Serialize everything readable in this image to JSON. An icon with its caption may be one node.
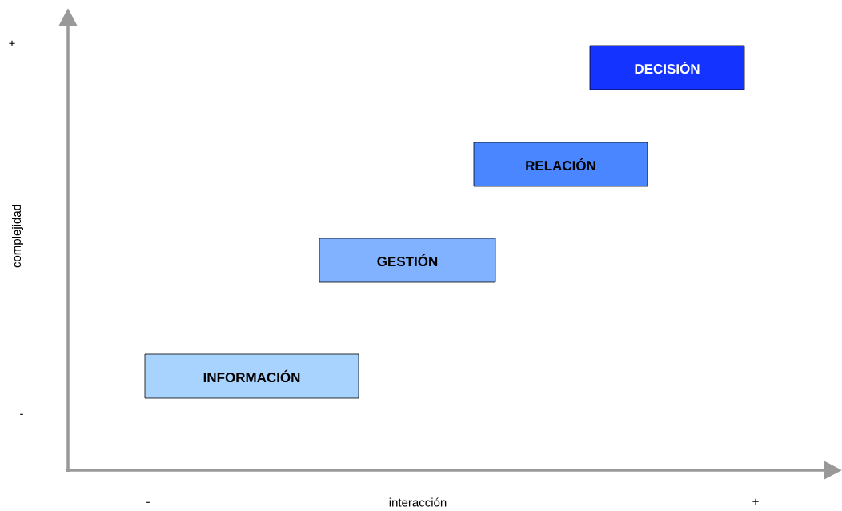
{
  "diagram": {
    "nodes": [
      {
        "text": [
          "INFORMACIÓN"
        ]
      },
      {
        "text": [
          "GESTIÓN"
        ]
      },
      {
        "text": [
          "RELACIÓN"
        ]
      },
      {
        "text": [
          "DECISIÓN"
        ]
      }
    ],
    "labels": [
      "+",
      "complejidad",
      "-",
      "-",
      "interacción",
      "+"
    ]
  }
}
